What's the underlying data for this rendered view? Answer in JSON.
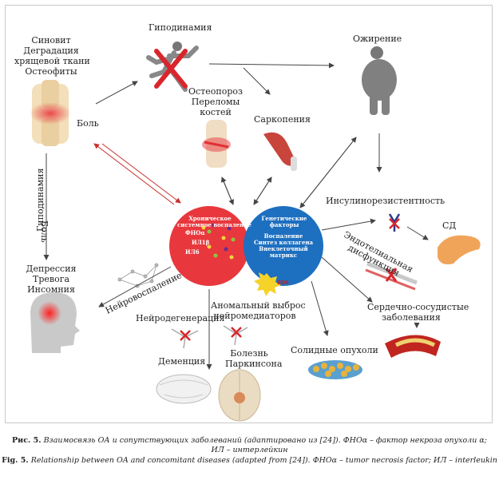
{
  "nodes": {
    "oa_symptoms": [
      "Синовит",
      "Деградация",
      "хрящевой ткани",
      "Остеофиты"
    ],
    "pain": "Боль",
    "hypodynamia": "Гиподинамия",
    "obesity": "Ожирение",
    "osteoporosis": [
      "Остеопороз",
      "Переломы",
      "костей"
    ],
    "sarcopenia": "Саркопения",
    "insulin_resistance": "Инсулинорезистентность",
    "diabetes": "СД",
    "endothelial": [
      "Эндотелиальная",
      "дисфункция"
    ],
    "cardio": [
      "Сердечно-сосудистые",
      "заболевания"
    ],
    "solid_tumors": "Солидные опухоли",
    "neuromediators": [
      "Аномальный выброс",
      "нейромедиаторов"
    ],
    "parkinson": [
      "Болезнь",
      "Паркинсона"
    ],
    "neurodegeneration": "Нейродегенерация",
    "dementia": "Деменция",
    "neuroinflammation": "Нейровоспаление",
    "depression": [
      "Депрессия",
      "Тревога",
      "Инсомния"
    ],
    "left_axis_1": "Гиподинамия",
    "left_axis_2": "Боль",
    "ros": "ROS"
  },
  "red_circle": {
    "title": [
      "Хроническое",
      "системное воспаление"
    ],
    "items": [
      "ФНОα",
      "ИЛ1β",
      "ИЛ6"
    ]
  },
  "blue_circle": {
    "title": [
      "Генетические",
      "факторы"
    ],
    "items": [
      "Воспаление",
      "Синтез коллагена",
      "Внеклеточный",
      "матрикс"
    ]
  },
  "caption": {
    "ru_prefix": "Рис. 5.",
    "ru_text": "Взаимосвязь ОА и сопутствующих заболеваний (адаптировано из [24]). ФНОα – фактор некроза опухоли α;",
    "ru_text2": "ИЛ – интерлейкин",
    "en_prefix": "Fig. 5.",
    "en_text": "Relationship between OA and concomitant diseases (adapted from [24]). ФНОα – tumor necrosis factor; ИЛ – interleukin"
  },
  "colors": {
    "red_circle": "#e8383d",
    "blue_circle": "#1d6fc0",
    "arrow": "#444444",
    "red_arrow": "#c8302e",
    "inhibit": "#d8262c"
  }
}
